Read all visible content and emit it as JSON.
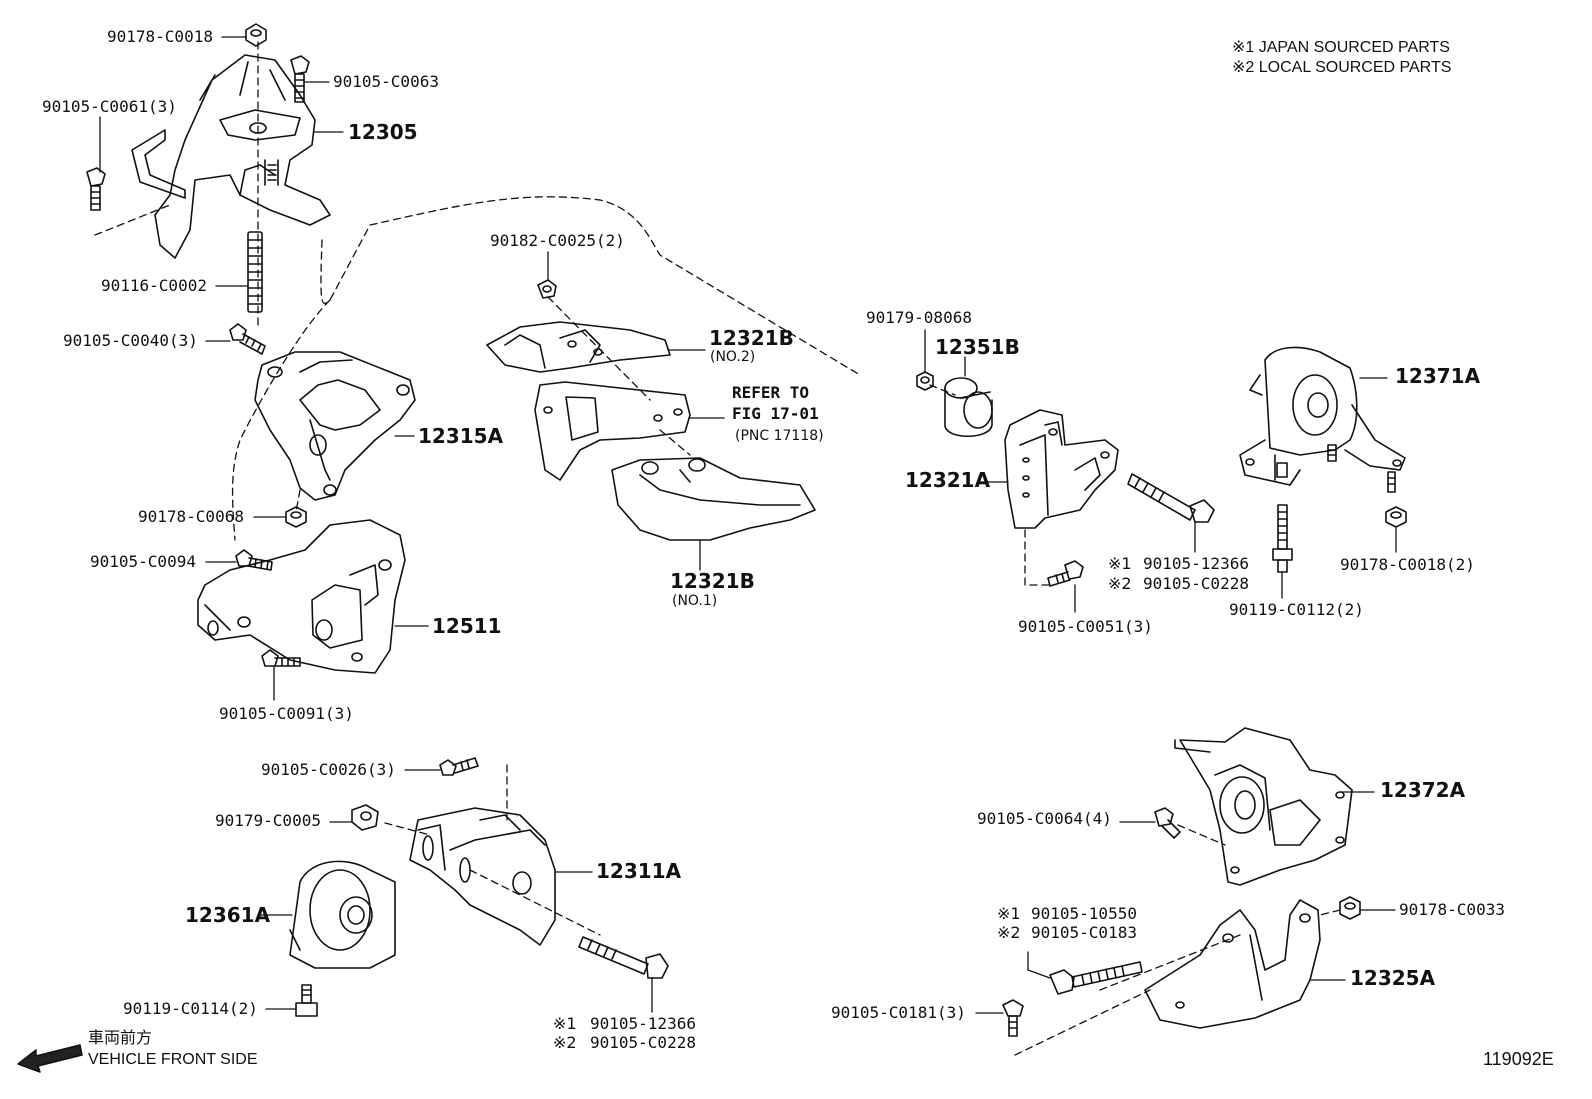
{
  "notes": {
    "japan": "※1 JAPAN SOURCED PARTS",
    "local": "※2 LOCAL SOURCED PARTS"
  },
  "labels": {
    "p90178_C0018_top": "90178-C0018",
    "p90105_C0063": "90105-C0063",
    "p90105_C0061": "90105-C0061(3)",
    "p12305": "12305",
    "p90116_C0002": "90116-C0002",
    "p90105_C0040": "90105-C0040(3)",
    "p12315A": "12315A",
    "p90178_C0068": "90178-C0068",
    "p90105_C0094": "90105-C0094",
    "p12511": "12511",
    "p90105_C0091": "90105-C0091(3)",
    "p90182_C0025": "90182-C0025(2)",
    "p12321B_no2": "12321B",
    "p12321B_no2_sub": "(NO.2)",
    "refer_line1": "REFER TO",
    "refer_line2": "FIG 17-01",
    "refer_line3": "(PNC 17118)",
    "p12321B_no1": "12321B",
    "p12321B_no1_sub": "(NO.1)",
    "p90179_08068": "90179-08068",
    "p12351B": "12351B",
    "p12321A": "12321A",
    "p90105_12366_a_mark": "※1",
    "p90105_12366_a": "90105-12366",
    "p90105_C0228_a_mark": "※2",
    "p90105_C0228_a": "90105-C0228",
    "p90105_C0051": "90105-C0051(3)",
    "p12371A": "12371A",
    "p90178_C0018_2": "90178-C0018(2)",
    "p90119_C0112": "90119-C0112(2)",
    "p90105_C0026": "90105-C0026(3)",
    "p90179_C0005": "90179-C0005",
    "p12311A": "12311A",
    "p12361A": "12361A",
    "p90119_C0114": "90119-C0114(2)",
    "p90105_12366_b_mark": "※1",
    "p90105_12366_b": "90105-12366",
    "p90105_C0228_b_mark": "※2",
    "p90105_C0228_b": "90105-C0228",
    "p12372A": "12372A",
    "p90105_C0064": "90105-C0064(4)",
    "p90178_C0033": "90178-C0033",
    "p90105_10550_mark": "※1",
    "p90105_10550": "90105-10550",
    "p90105_C0183_mark": "※2",
    "p90105_C0183": "90105-C0183",
    "p12325A": "12325A",
    "p90105_C0181": "90105-C0181(3)"
  },
  "direction": {
    "japanese": "車両前方",
    "english": "VEHICLE FRONT SIDE",
    "icon": "arrow-left-icon"
  },
  "figure_number": "119092E",
  "colors": {
    "line": "#111111",
    "background": "#ffffff"
  }
}
